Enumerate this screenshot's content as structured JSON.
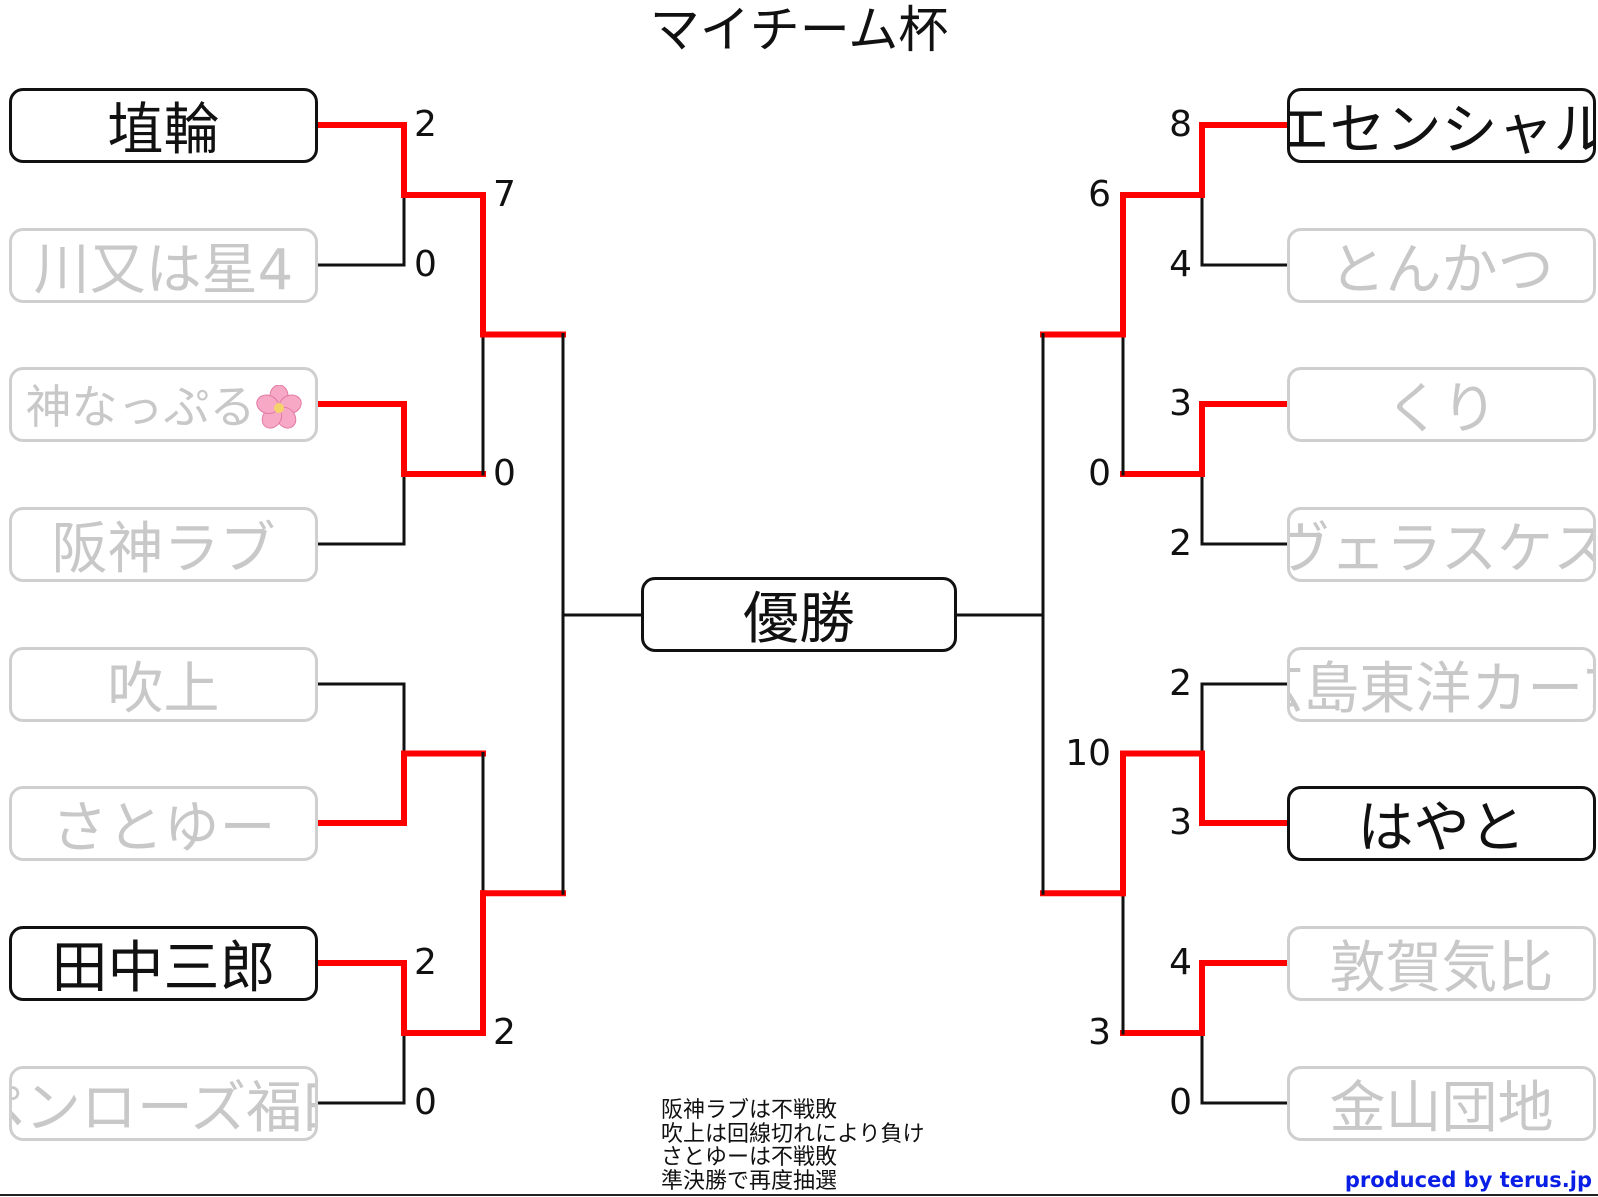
{
  "title": "マイチーム杯",
  "champion_label": "優勝",
  "left_teams": [
    {
      "name": "埴輪",
      "score": "2",
      "active": true
    },
    {
      "name": "川又は星4",
      "score": "0",
      "active": false
    },
    {
      "name": "神なっぷる",
      "score": "",
      "active": false,
      "icon": "cherry-blossom-icon"
    },
    {
      "name": "阪神ラブ",
      "score": "",
      "active": false
    },
    {
      "name": "吹上",
      "score": "",
      "active": false
    },
    {
      "name": "さとゆー",
      "score": "",
      "active": false
    },
    {
      "name": "田中三郎",
      "score": "2",
      "active": true
    },
    {
      "name": "ペンローズ福田",
      "score": "0",
      "active": false
    }
  ],
  "right_teams": [
    {
      "name": "エセンシャル",
      "score": "8",
      "active": true
    },
    {
      "name": "とんかつ",
      "score": "4",
      "active": false
    },
    {
      "name": "くり",
      "score": "3",
      "active": false
    },
    {
      "name": "ヴェラスケス",
      "score": "2",
      "active": false
    },
    {
      "name": "広島東洋カープ",
      "score": "2",
      "active": false
    },
    {
      "name": "はやと",
      "score": "3",
      "active": true
    },
    {
      "name": "敦賀気比",
      "score": "4",
      "active": false
    },
    {
      "name": "金山団地",
      "score": "0",
      "active": false
    }
  ],
  "left_round2_scores": [
    "7",
    "0",
    "",
    "2"
  ],
  "right_round2_scores": [
    "6",
    "0",
    "10",
    "3"
  ],
  "winner_color": "#ff0000",
  "line_color": "#111111",
  "notes": [
    "阪神ラブは不戦敗",
    "吹上は回線切れにより負け",
    "さとゆーは不戦敗",
    "準決勝で再度抽選"
  ],
  "credit": "produced by terus.jp"
}
